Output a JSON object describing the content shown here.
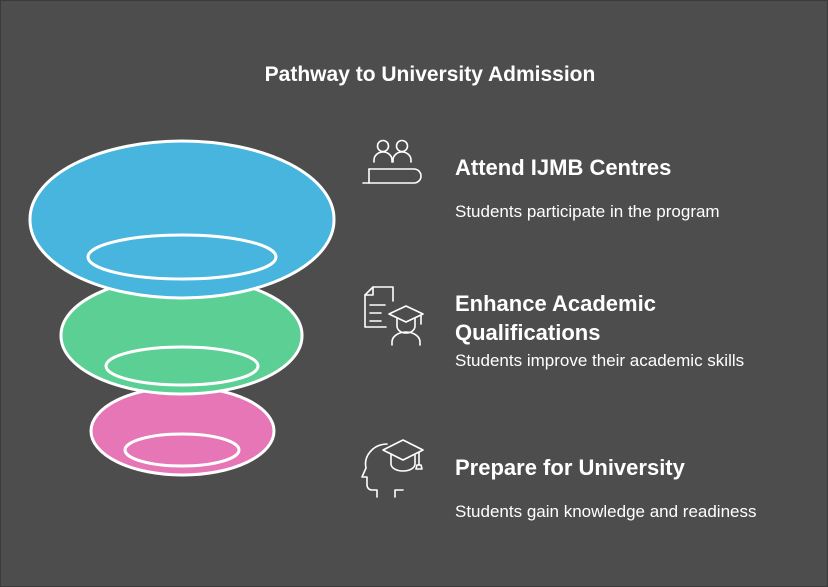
{
  "title": "Pathway to University Admission",
  "colors": {
    "background": "#4d4d4d",
    "stage1": "#47b5de",
    "stage2": "#5ccf95",
    "stage3": "#e676b6",
    "stroke": "#ffffff"
  },
  "stages": [
    {
      "title": "Attend IJMB Centres",
      "description": "Students participate in the program",
      "icon": "classroom-students-icon"
    },
    {
      "title": "Enhance Academic Qualifications",
      "description": "Students improve their academic skills",
      "icon": "document-graduate-icon"
    },
    {
      "title": "Prepare for University",
      "description": "Students gain knowledge and readiness",
      "icon": "head-graduation-cap-icon"
    }
  ]
}
